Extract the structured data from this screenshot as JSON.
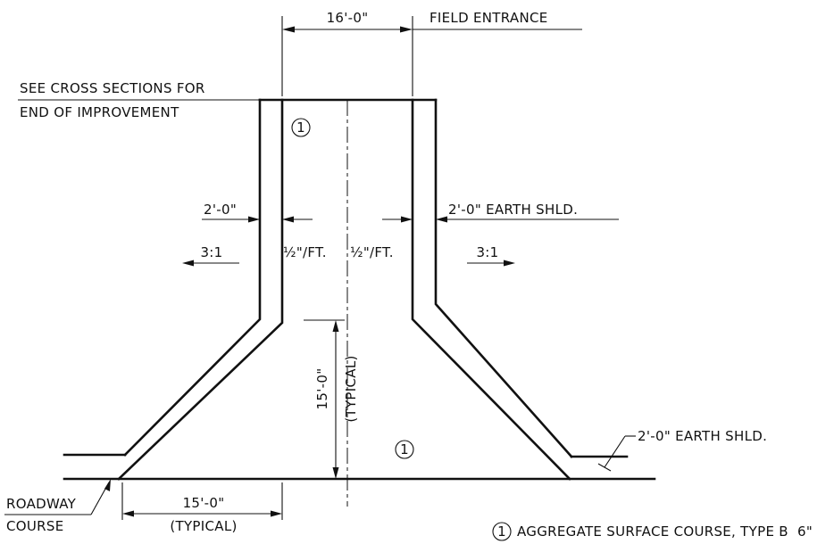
{
  "dimensions": {
    "top_width": "16'-0\"",
    "left_shoulder": "2'-0\"",
    "right_shoulder": "2'-0\" EARTH SHLD.",
    "flare_height": "15'-0\"",
    "flare_height_note": "(TYPICAL)",
    "flare_width": "15'-0\"",
    "flare_width_note": "(TYPICAL)",
    "roadway_shoulder": "2'-0\" EARTH SHLD."
  },
  "labels": {
    "field_entrance": "FIELD ENTRANCE",
    "see_cross_sections_line1": "SEE CROSS SECTIONS FOR",
    "see_cross_sections_line2": "END OF IMPROVEMENT",
    "roadway_line1": "ROADWAY",
    "roadway_line2": "COURSE"
  },
  "slopes": {
    "left_side": "3:1",
    "right_side": "3:1",
    "left_cross": "½\"/FT.",
    "right_cross": "½\"/FT."
  },
  "callouts": {
    "marker": "1",
    "legend_text": "AGGREGATE SURFACE COURSE, TYPE B  6\""
  }
}
